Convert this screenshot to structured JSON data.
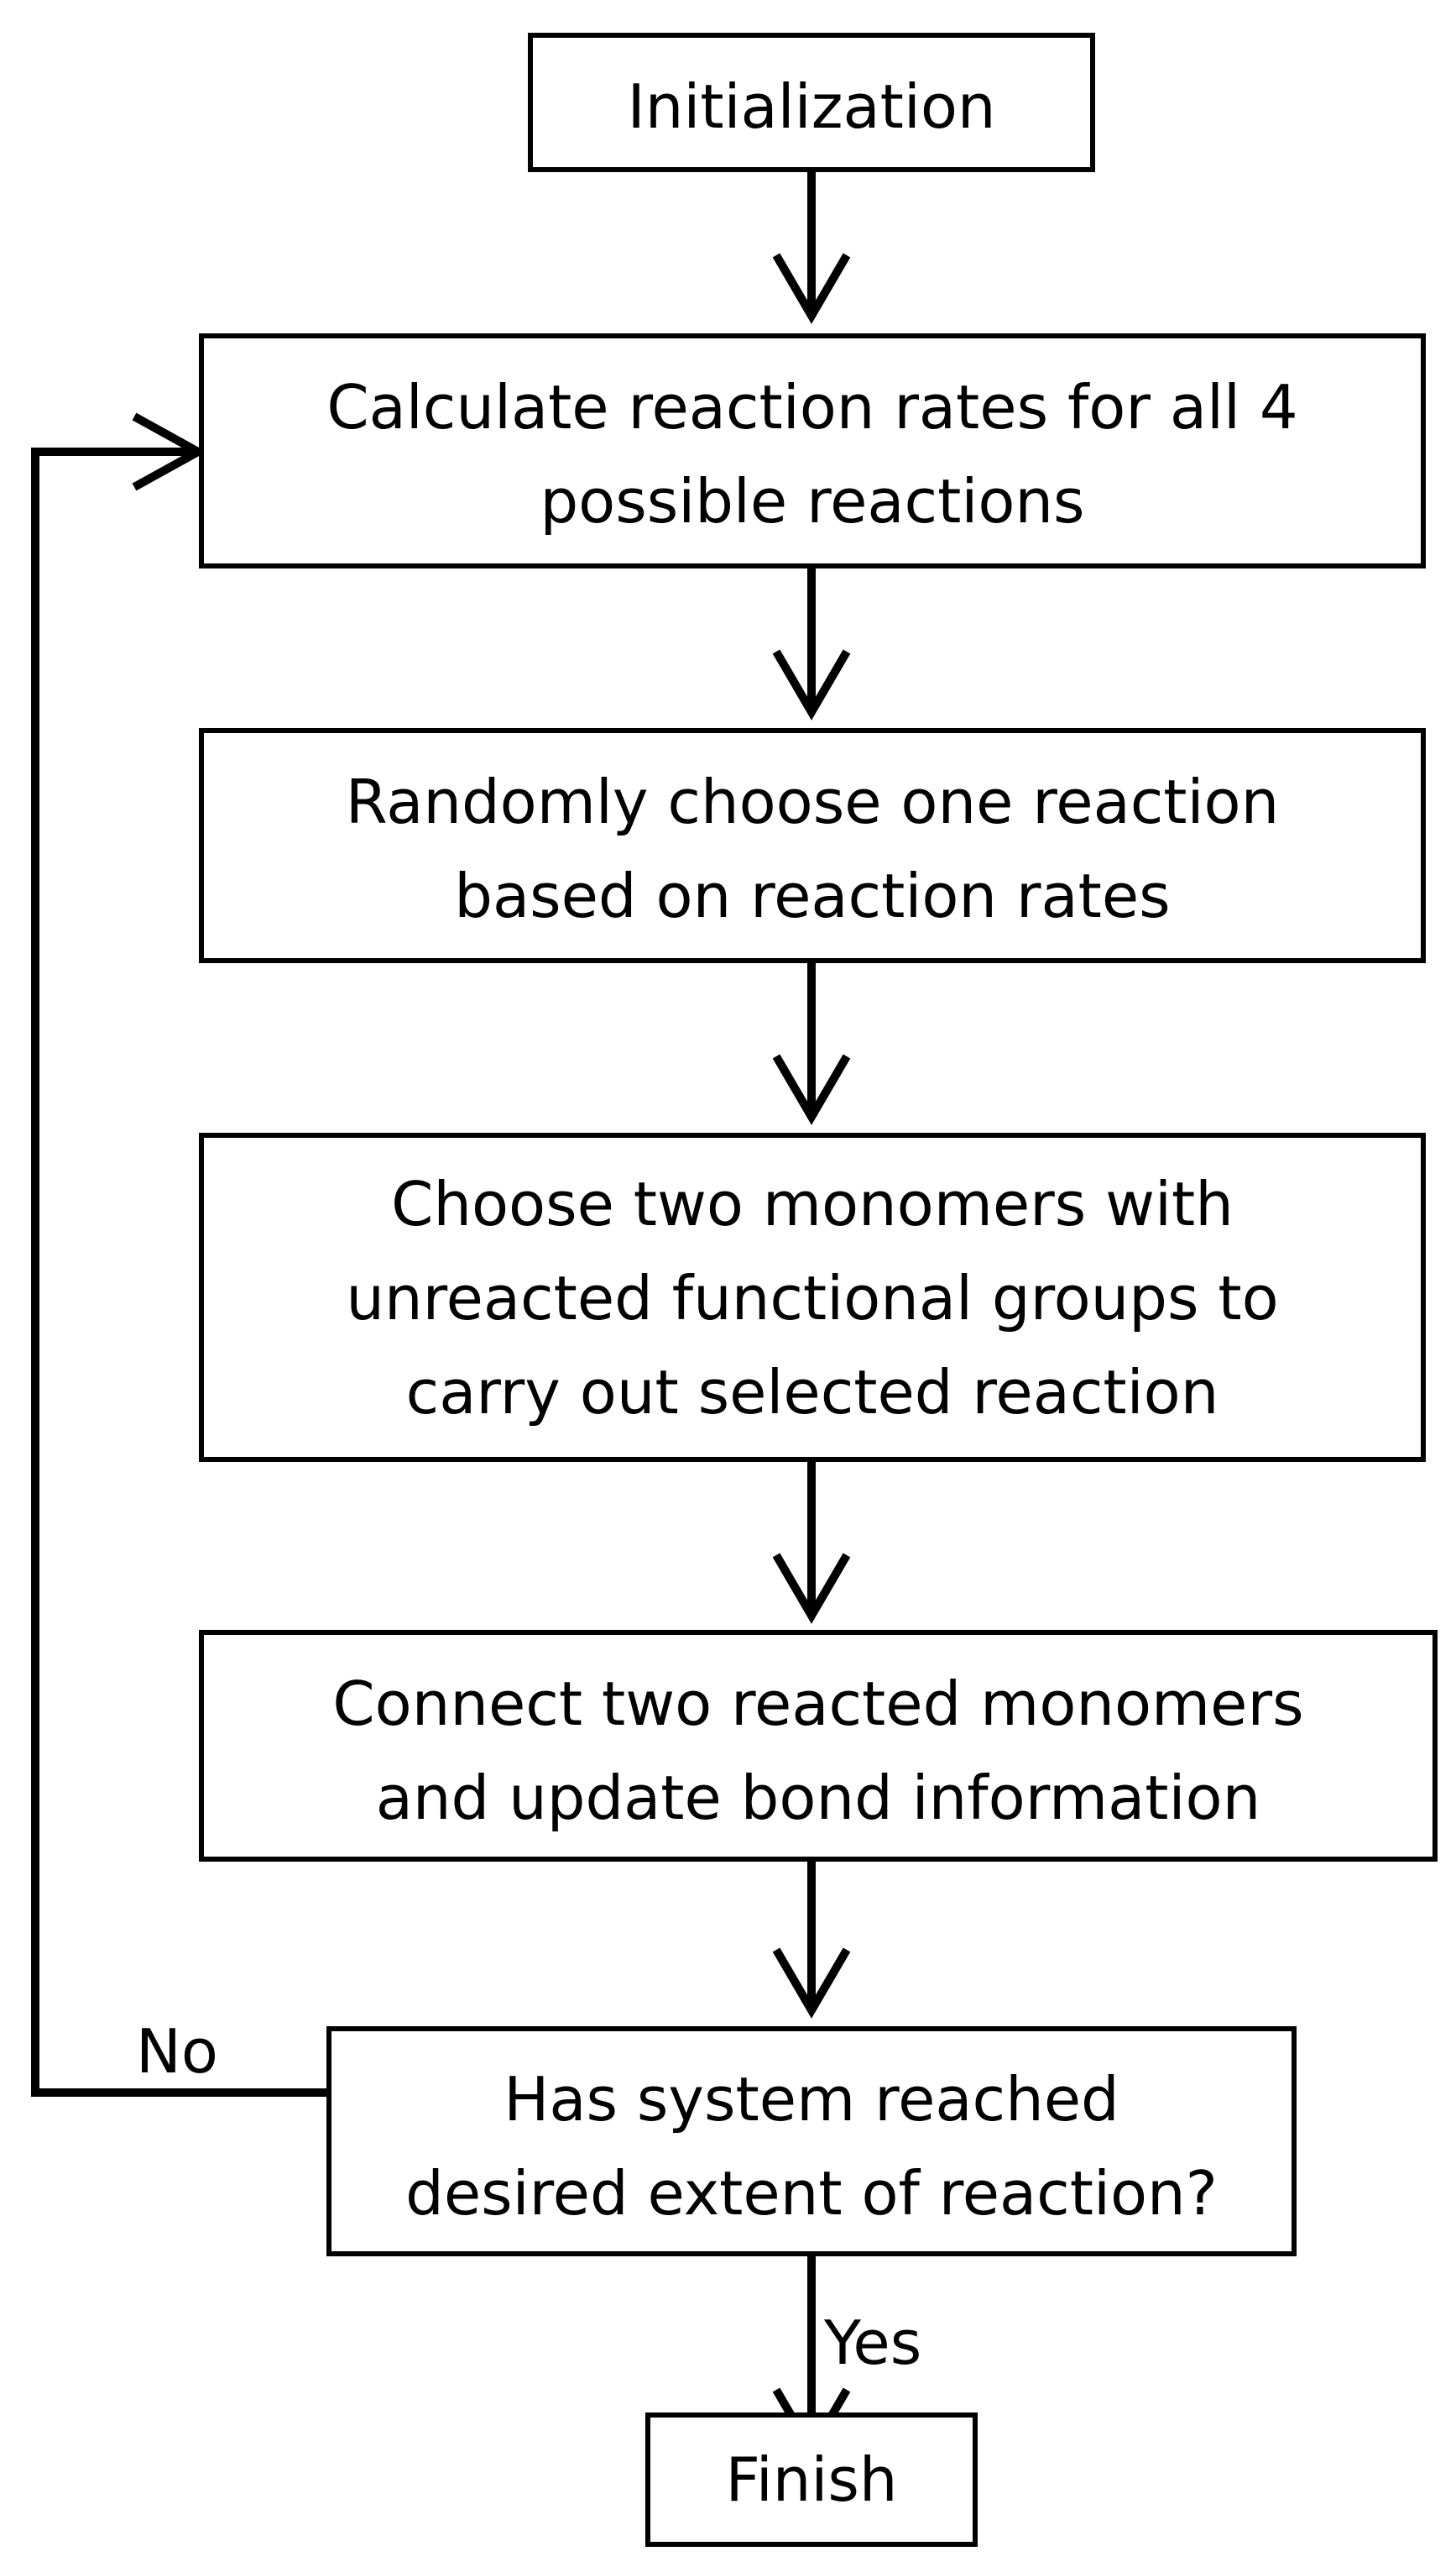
{
  "nodes": {
    "init": {
      "lines": [
        "Initialization"
      ]
    },
    "calc": {
      "lines": [
        "Calculate reaction rates for all 4",
        "possible reactions"
      ]
    },
    "choose_reaction": {
      "lines": [
        "Randomly choose one reaction",
        "based on reaction rates"
      ]
    },
    "choose_monomers": {
      "lines": [
        "Choose two monomers with",
        "unreacted functional groups to",
        "carry out selected reaction"
      ]
    },
    "connect": {
      "lines": [
        "Connect two reacted monomers",
        "and update bond information"
      ]
    },
    "decision": {
      "lines": [
        "Has system reached",
        "desired extent of reaction?"
      ]
    },
    "finish": {
      "lines": [
        "Finish"
      ]
    }
  },
  "edges": {
    "no_label": "No",
    "yes_label": "Yes"
  }
}
